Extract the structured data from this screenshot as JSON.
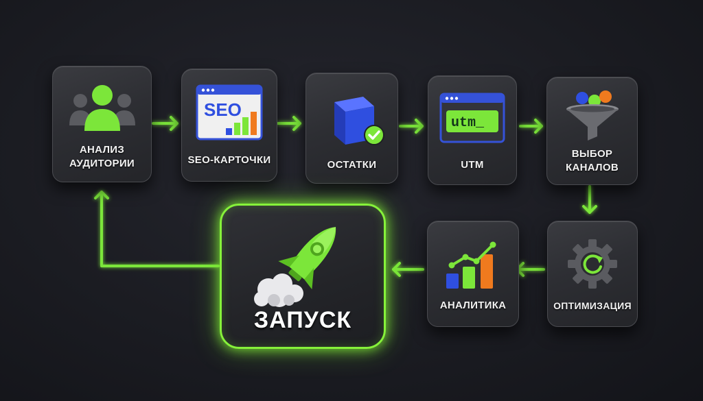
{
  "steps": {
    "audience": "АНАЛИЗ\nАУДИТОРИИ",
    "seo": "SEO-КАРТОЧКИ",
    "stock": "ОСТАТКИ",
    "utm": "UTM",
    "channels": "ВЫБОР\nКАНАЛОВ",
    "optimization": "ОПТИМИЗАЦИЯ",
    "analytics": "АНАЛИТИКА",
    "launch": "ЗАПУСК"
  },
  "icon_text": {
    "seo": "SEO",
    "utm": "utm_"
  },
  "icons": [
    "users-icon",
    "seo-window-icon",
    "box-check-icon",
    "utm-window-icon",
    "funnel-icon",
    "gear-refresh-icon",
    "growth-chart-icon",
    "rocket-icon"
  ],
  "colors": {
    "accent_green": "#7CE63A",
    "blue": "#2F4FE0",
    "orange": "#F07A1E",
    "card": "#2E2F34",
    "background": "#1B1C22"
  }
}
